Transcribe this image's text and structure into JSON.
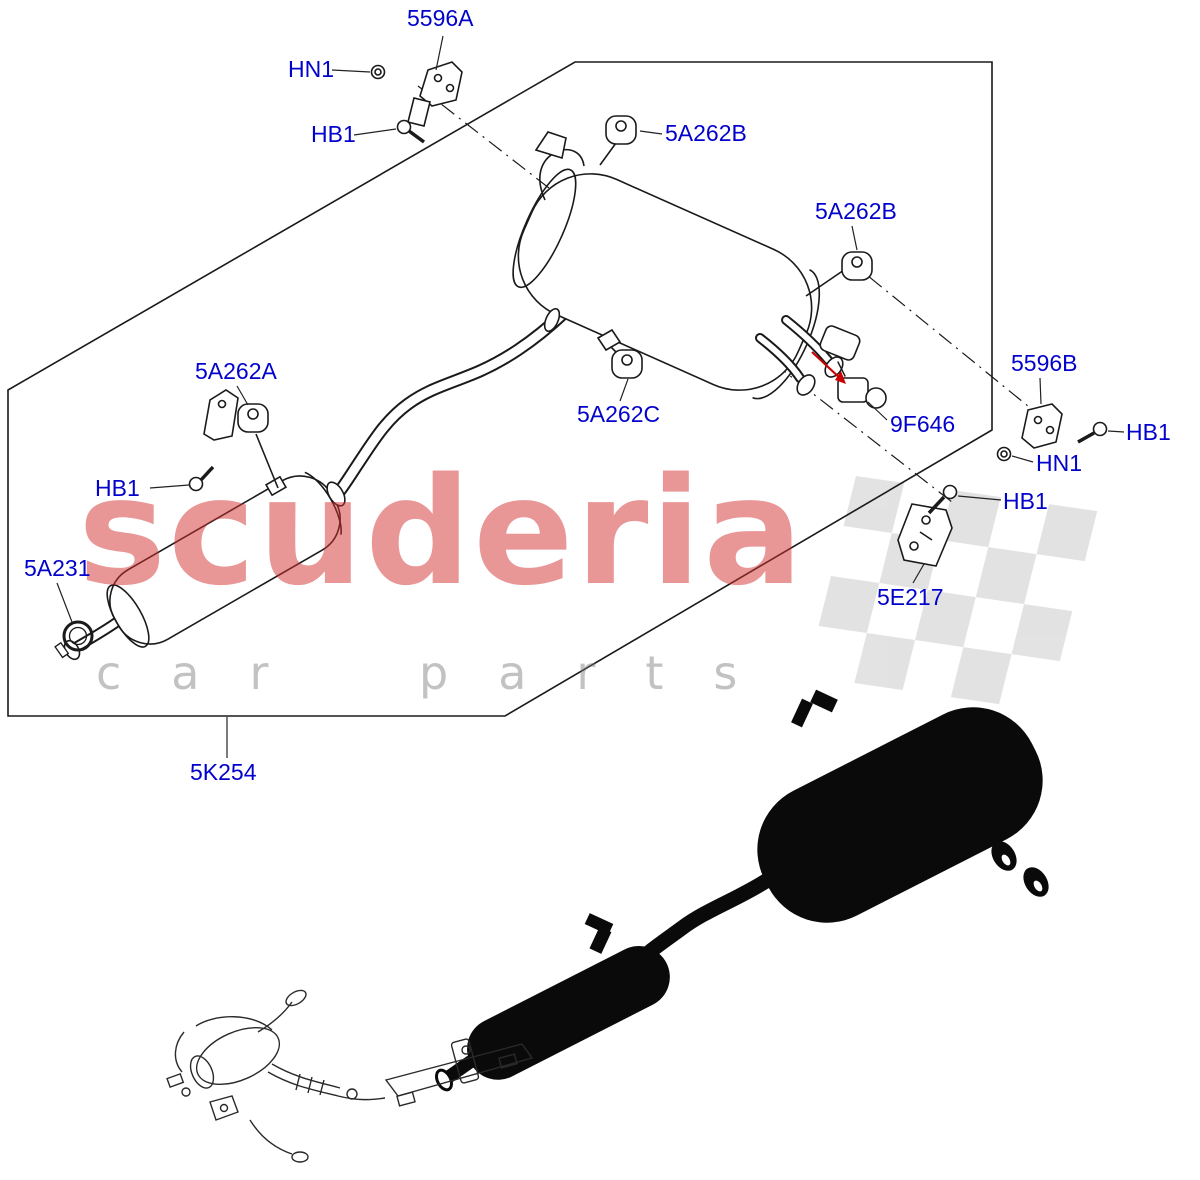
{
  "page": {
    "background": "#ffffff"
  },
  "watermark": {
    "brand": "scuderia",
    "subtitle": "car parts",
    "brand_color": "rgba(210,45,45,0.5)",
    "subtitle_color": "rgba(120,120,120,0.45)",
    "flag_color": "#d9d9d9"
  },
  "diagram": {
    "label_color": "#0202cc",
    "arrow_color": "#cc0000",
    "labels": [
      {
        "id": "5596A",
        "text": "5596A"
      },
      {
        "id": "HN1-top",
        "text": "HN1"
      },
      {
        "id": "HB1-top",
        "text": "HB1"
      },
      {
        "id": "5A262B-upper",
        "text": "5A262B"
      },
      {
        "id": "5A262B-right",
        "text": "5A262B"
      },
      {
        "id": "5A262A",
        "text": "5A262A"
      },
      {
        "id": "5A262C",
        "text": "5A262C"
      },
      {
        "id": "5596B",
        "text": "5596B"
      },
      {
        "id": "HB1-right-top",
        "text": "HB1"
      },
      {
        "id": "HN1-right",
        "text": "HN1"
      },
      {
        "id": "9F646",
        "text": "9F646"
      },
      {
        "id": "HB1-left",
        "text": "HB1"
      },
      {
        "id": "HB1-lower-right",
        "text": "HB1"
      },
      {
        "id": "5A231",
        "text": "5A231"
      },
      {
        "id": "5E217",
        "text": "5E217"
      },
      {
        "id": "5K254",
        "text": "5K254"
      }
    ]
  }
}
